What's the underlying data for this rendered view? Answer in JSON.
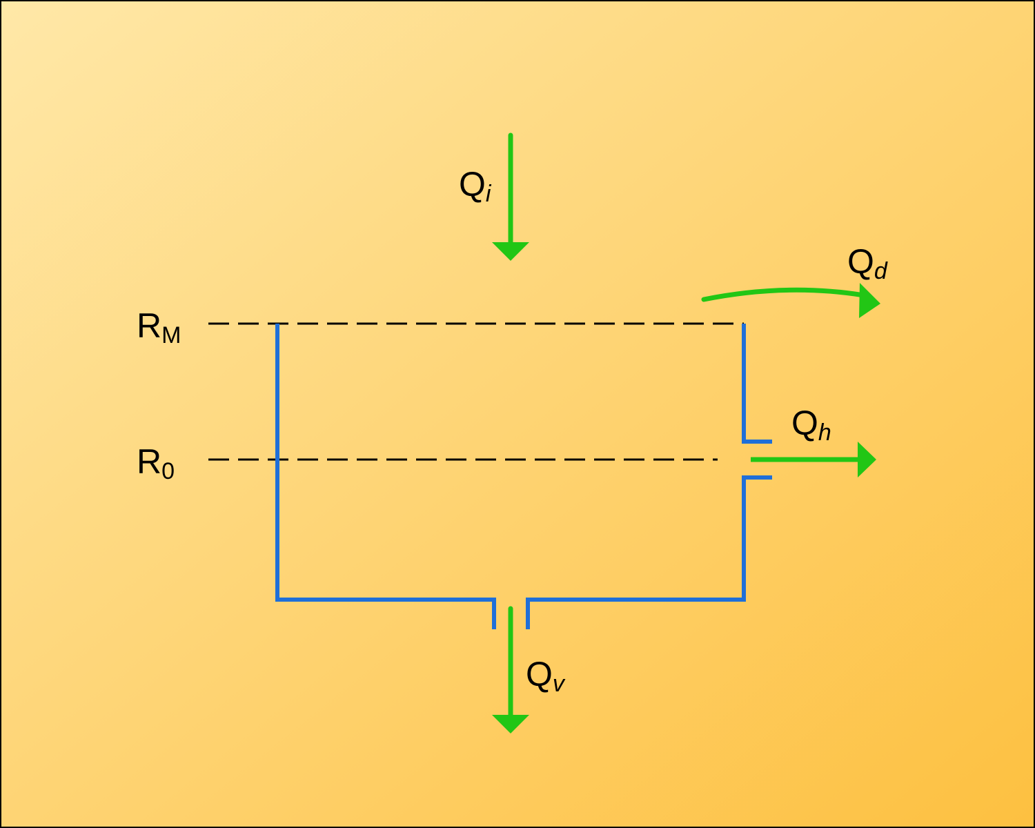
{
  "colors": {
    "background_start": "#FFE8A8",
    "background_end": "#FDC040",
    "frame": "#000000",
    "tank_wall": "#1F6FD8",
    "flow_arrow": "#22C615",
    "level_line": "#000000"
  },
  "levels": {
    "max": {
      "symbol": "R",
      "subscript": "M"
    },
    "zero": {
      "symbol": "R",
      "subscript": "0"
    }
  },
  "flows": {
    "inflow": {
      "symbol": "Q",
      "subscript": "i"
    },
    "overflow": {
      "symbol": "Q",
      "subscript": "d"
    },
    "side_outlet": {
      "symbol": "Q",
      "subscript": "h"
    },
    "bottom_outlet": {
      "symbol": "Q",
      "subscript": "v"
    }
  }
}
